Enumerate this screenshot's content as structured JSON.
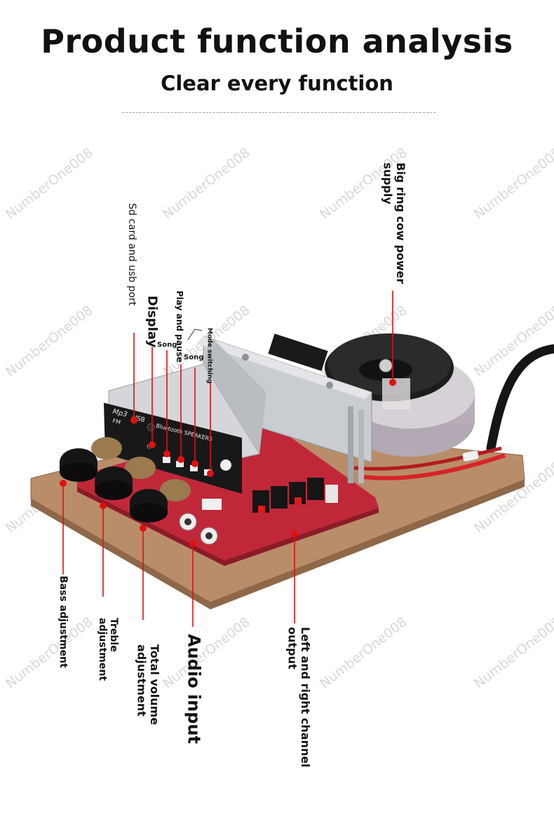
{
  "header": {
    "title": "Product function analysis",
    "subtitle": "Clear every function"
  },
  "watermark": "NumberOne008",
  "labels": {
    "power": "Big ring cow power supply",
    "sd_usb": "Sd card and usb port",
    "display": "Display",
    "play_pause": "Play and pause",
    "mode": "Mode switching",
    "song_prev": "Song",
    "song_next": "Song",
    "bass": "Bass adjustment",
    "treble": "Treble adjustment",
    "volume": "Total volume adjustment",
    "audio": "Audio input",
    "output": "Left and right channel output"
  },
  "panel": {
    "mp3": "Mp3",
    "fm": "FM",
    "usb": "USB",
    "tf": "TF",
    "speakers": "Bluetooth  SPEAKERS"
  },
  "colors": {
    "callout": "#e01010",
    "board": "#c0283a",
    "base": "#b98d6a",
    "heatsink": "#c9ccd1"
  }
}
